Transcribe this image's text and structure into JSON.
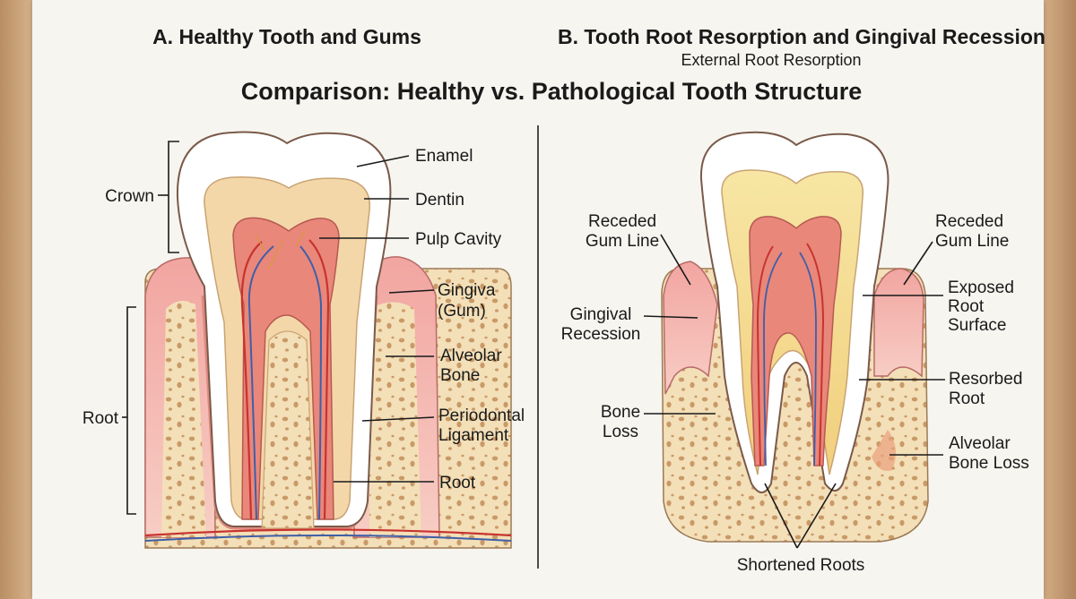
{
  "panel_a_title": "A. Healthy Tooth and Gums",
  "panel_b_title": "B. Tooth Root Resorption and Gingival Recession",
  "panel_b_subtitle": "External Root Resorption",
  "main_title": "Comparison: Healthy vs. Pathological Tooth Structure",
  "labels_a": {
    "crown": "Crown",
    "root_bracket": "Root",
    "enamel": "Enamel",
    "dentin": "Dentin",
    "pulp_cavity": "Pulp Cavity",
    "gingiva": [
      "Gingiva",
      "(Gum)"
    ],
    "alveolar_bone": [
      "Alveolar",
      "Bone"
    ],
    "periodontal_ligament": [
      "Periodontal",
      "Ligament"
    ],
    "root": "Root"
  },
  "labels_b": {
    "receded_gum_left": [
      "Receded",
      "Gum Line"
    ],
    "gingival_recession": [
      "Gingival",
      "Recession"
    ],
    "bone_loss": [
      "Bone",
      "Loss"
    ],
    "receded_gum_right": [
      "Receded",
      "Gum Line"
    ],
    "exposed_root": [
      "Exposed",
      "Root",
      "Surface"
    ],
    "resorbed_root": [
      "Resorbed",
      "Root"
    ],
    "alveolar_bone_loss": [
      "Alveolar",
      "Bone Loss"
    ],
    "shortened_roots": "Shortened Roots"
  },
  "colors": {
    "enamel": "#ffffff",
    "dentin": "#f4d7a8",
    "pulp": "#e9877a",
    "gum": "#f1a7a3",
    "bone": "#f3dfb8",
    "bone_spot": "#c99a67",
    "nerve_red": "#c8332e",
    "nerve_blue": "#3f5fa8"
  }
}
